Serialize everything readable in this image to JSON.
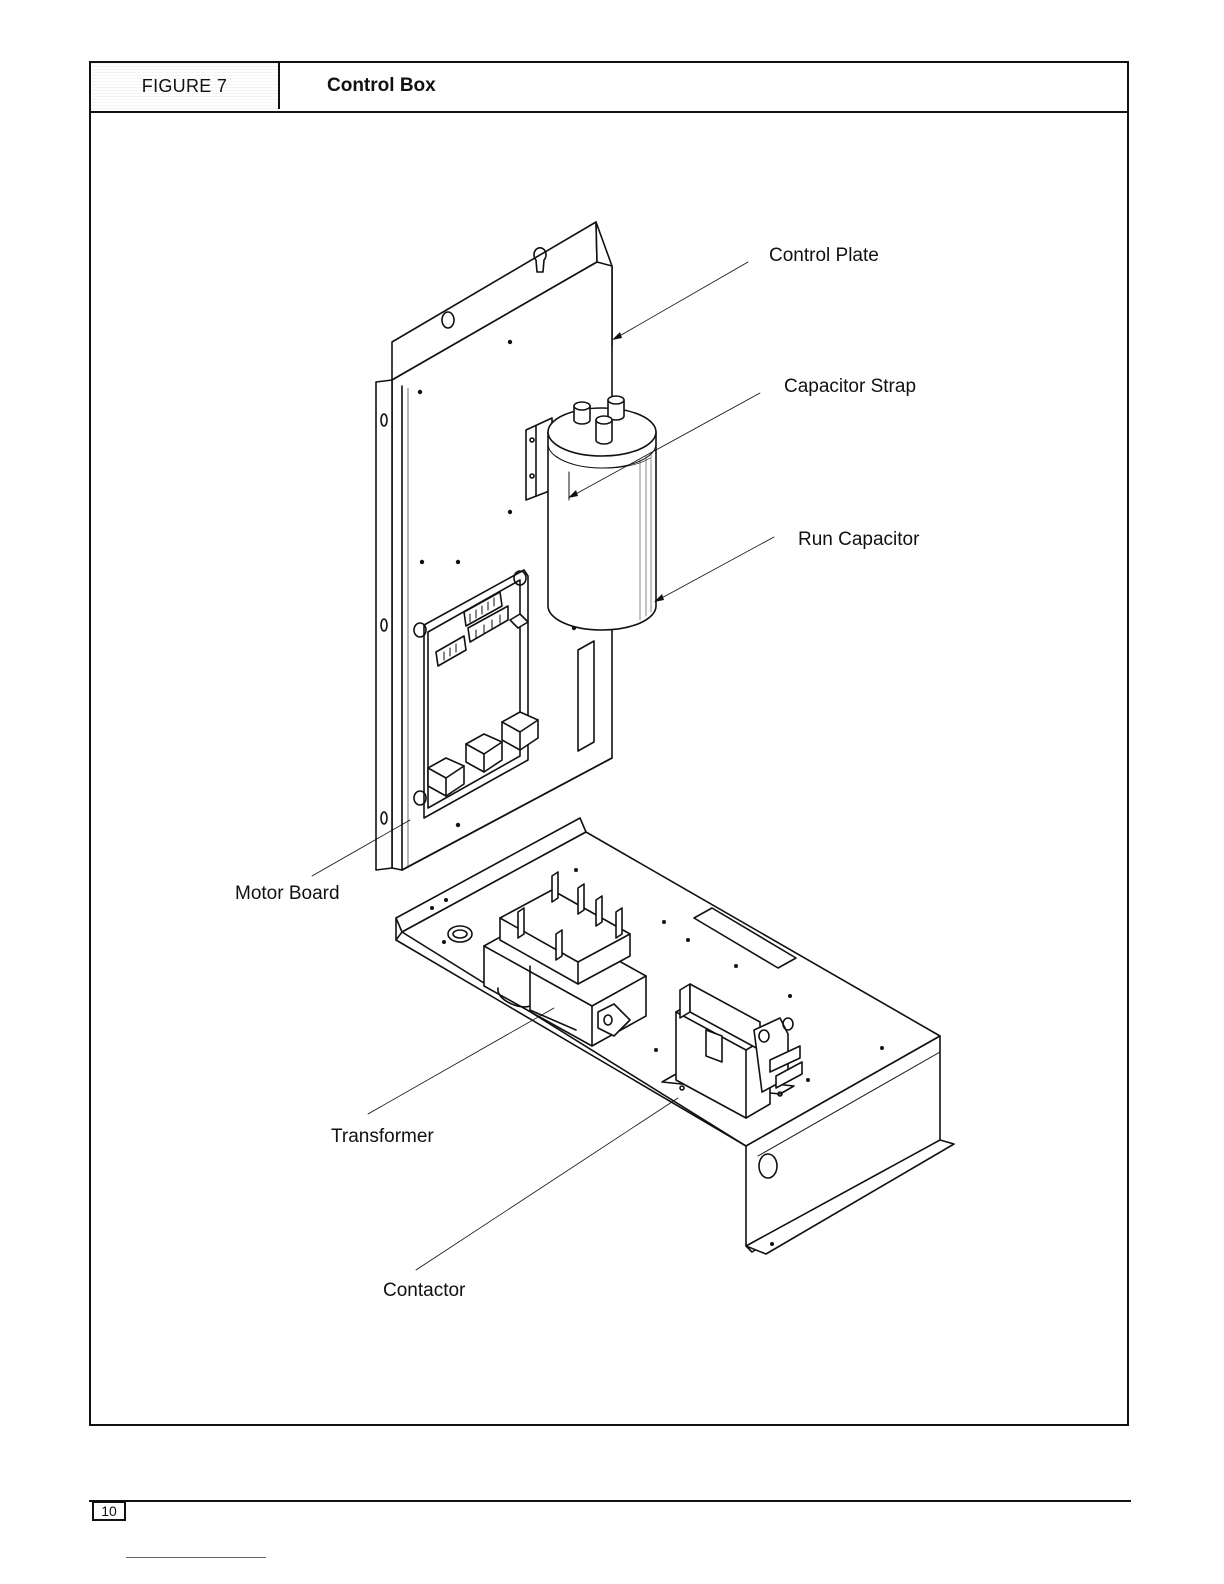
{
  "figure": {
    "tag": "FIGURE 7",
    "title": "Control Box"
  },
  "callouts": {
    "control_plate": "Control Plate",
    "capacitor_strap": "Capacitor Strap",
    "run_capacitor": "Run Capacitor",
    "motor_board": "Motor Board",
    "transformer": "Transformer",
    "contactor": "Contactor"
  },
  "footer": {
    "page_number": "10"
  }
}
